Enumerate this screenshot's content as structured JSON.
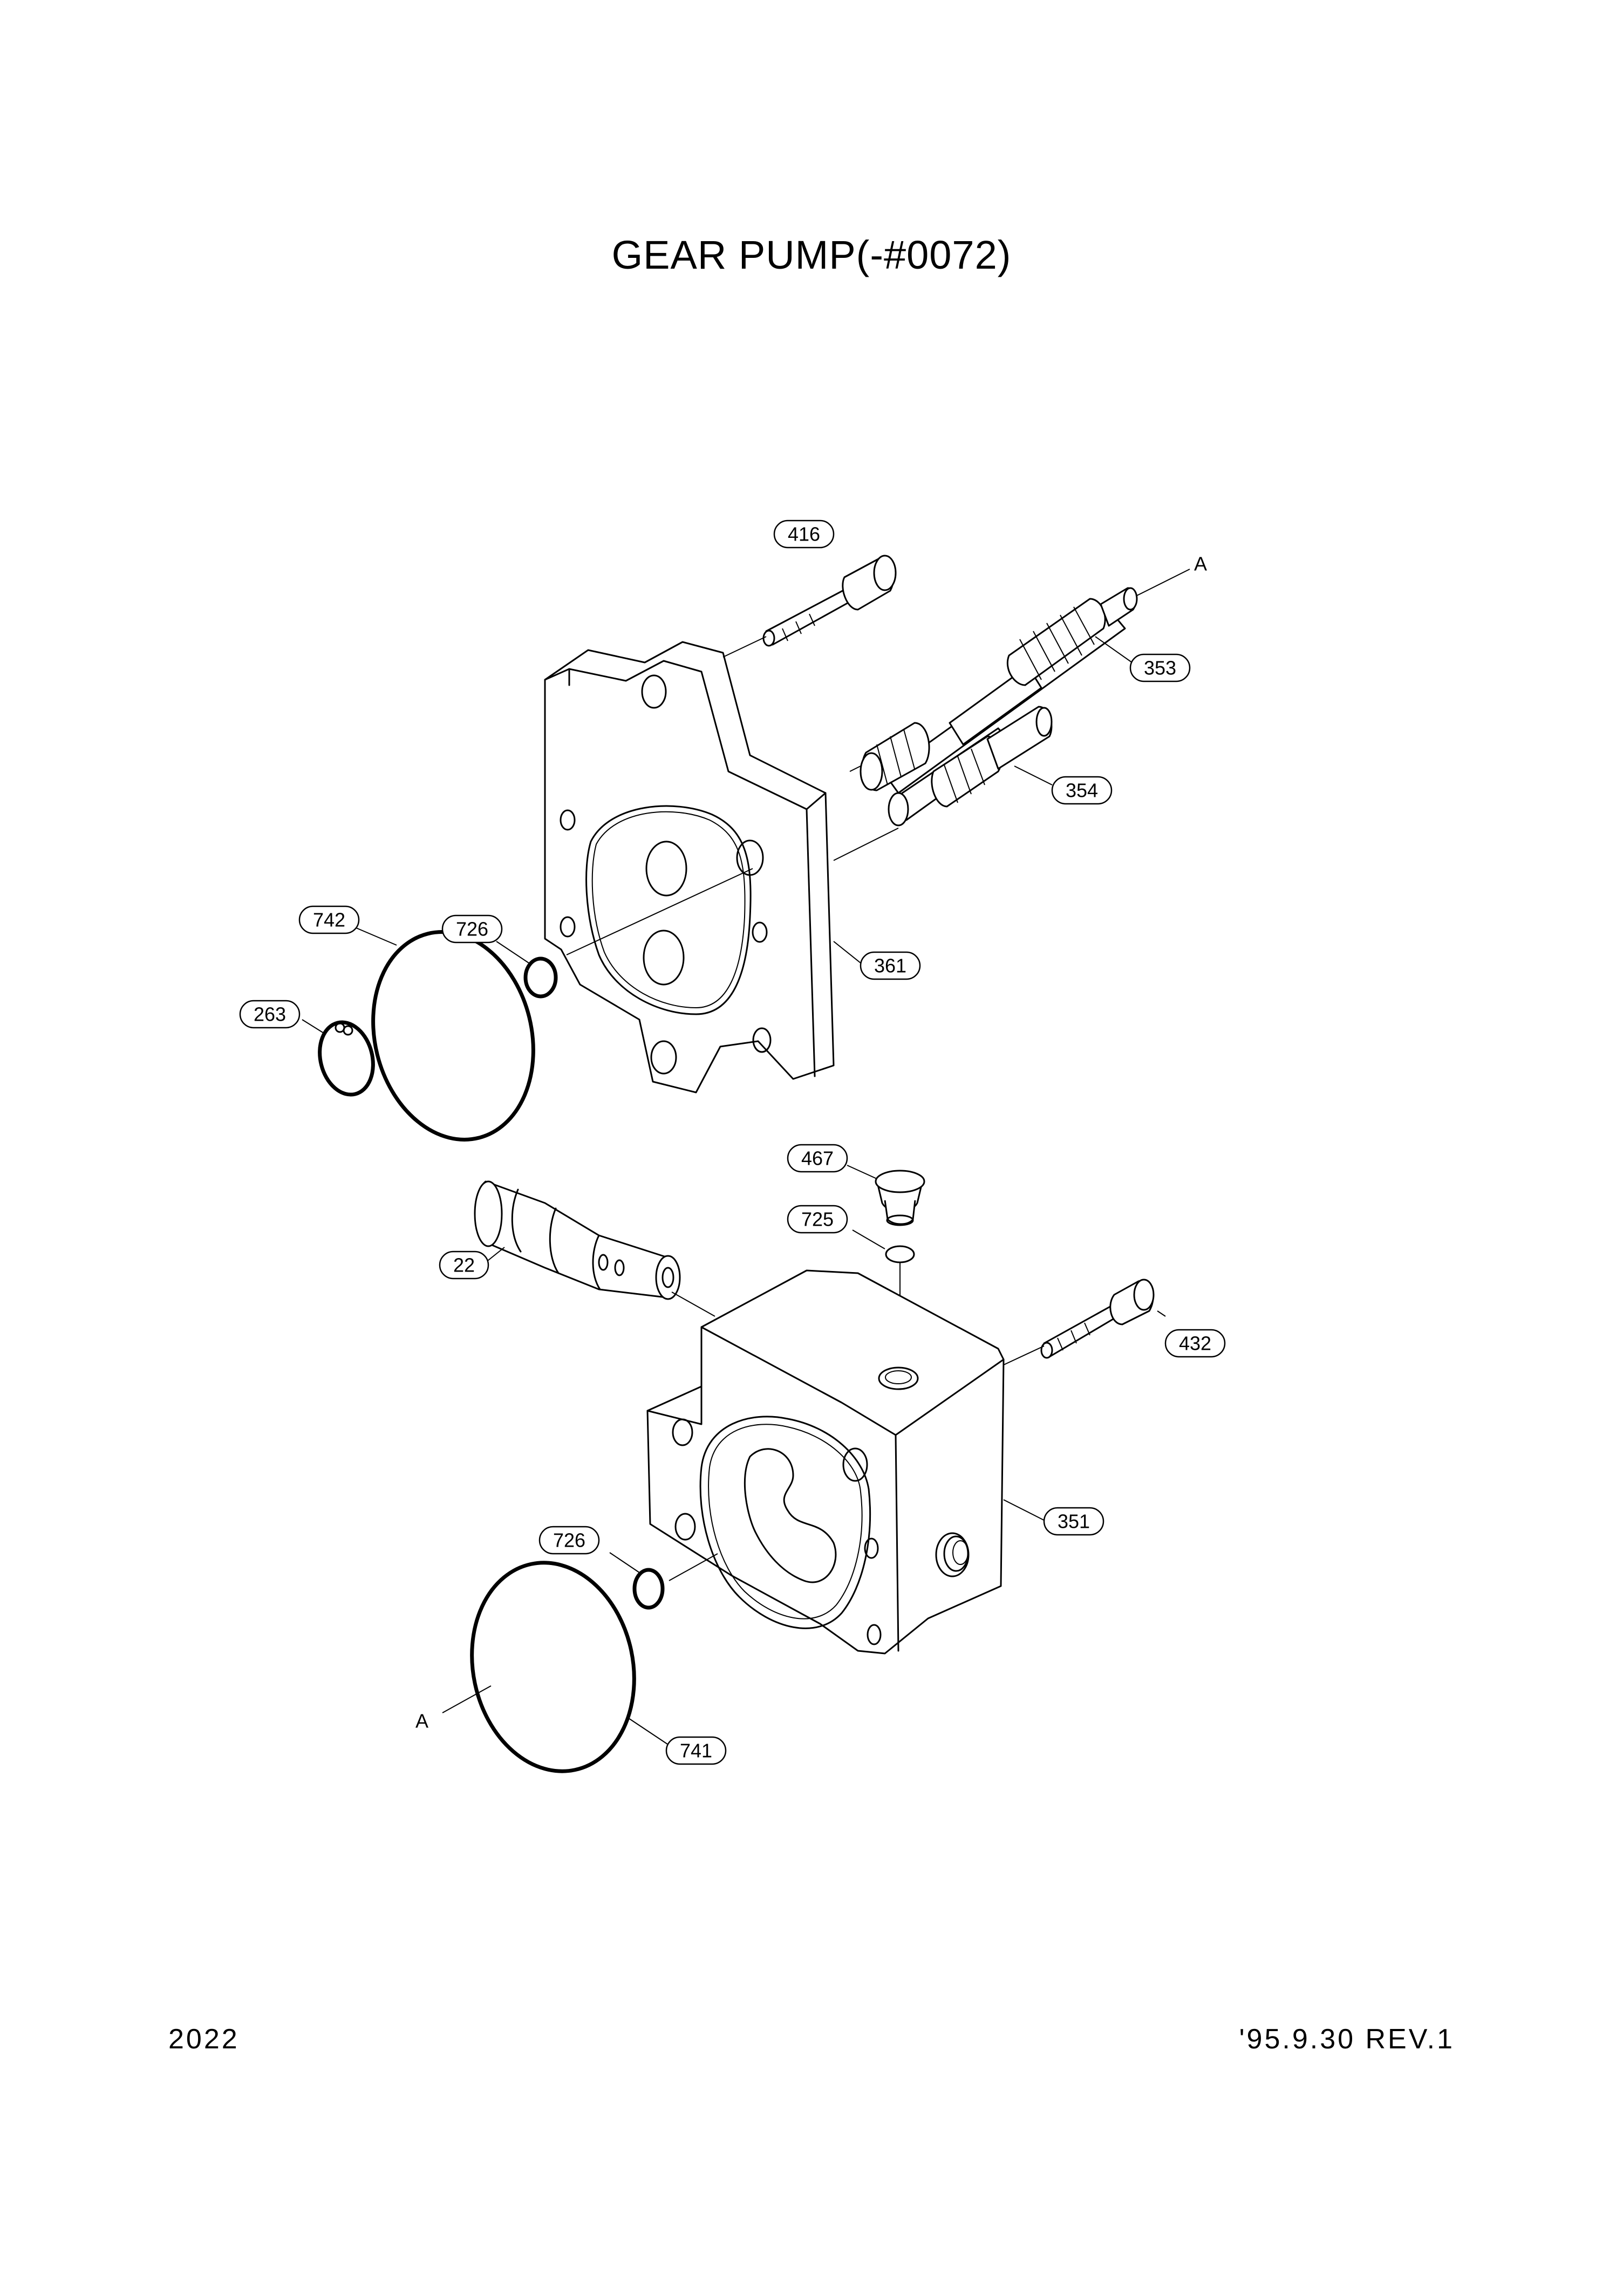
{
  "title": "GEAR PUMP(-#0072)",
  "footer": {
    "page_number": "2022",
    "revision": "'95.9.30 REV.1"
  },
  "callouts": {
    "c416": "416",
    "c353": "353",
    "c354": "354",
    "c361": "361",
    "c742": "742",
    "c726a": "726",
    "c263": "263",
    "c467": "467",
    "c725": "725",
    "c22": "22",
    "c432": "432",
    "c351": "351",
    "c726b": "726",
    "c741": "741"
  },
  "references": {
    "ref_top": "A",
    "ref_bottom": "A"
  }
}
